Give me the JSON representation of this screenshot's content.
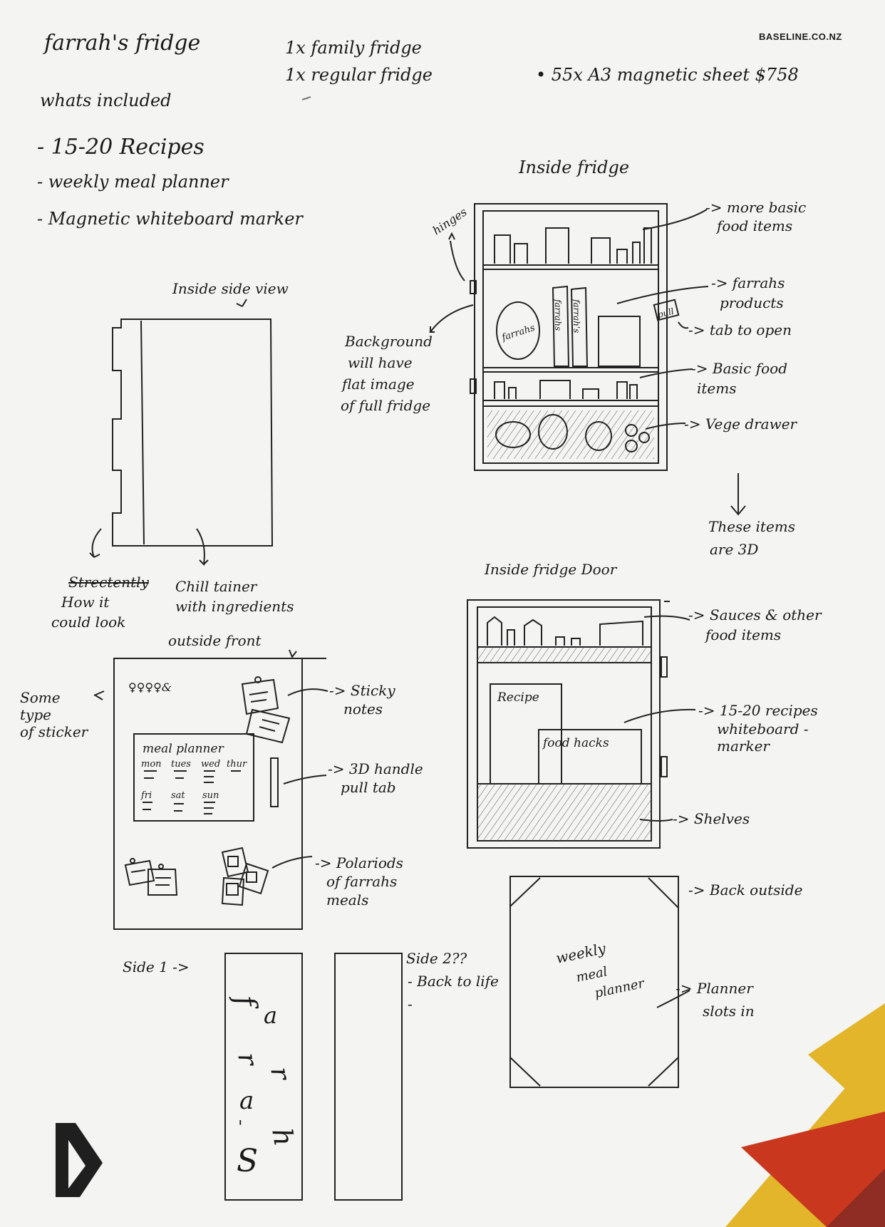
{
  "brand": {
    "site": "BASELINE.CO.NZ",
    "logo_icon": "baseline-b-logo-icon",
    "corner_colors": [
      "#e3b52a",
      "#c9371f",
      "#8f2c24"
    ]
  },
  "header": {
    "title": "farrah's fridge",
    "subtitle": "whats included",
    "included": [
      "- 15-20 Recipes",
      "- weekly meal planner",
      "- Magnetic whiteboard marker"
    ],
    "fridges": [
      "1x family fridge",
      "1x regular fridge"
    ],
    "sheet_cost": "• 55x A3 magnetic sheet $758"
  },
  "inside_fridge": {
    "title": "Inside fridge",
    "hinges": "hinges",
    "background_note": [
      "Background",
      "will have",
      "flat image",
      "of full fridge"
    ],
    "labels": {
      "more_basic": [
        "-> more basic",
        "food items"
      ],
      "farrahs_products": [
        "-> farrahs",
        "products"
      ],
      "tab_to_open": "-> tab to open",
      "basic_food": [
        "-> Basic food",
        "items"
      ],
      "vege_drawer": "-> Vege drawer",
      "three_d": [
        "These items",
        "are 3D"
      ]
    },
    "jar_label": "farrahs",
    "box_labels": [
      "farrahs",
      "farrah's"
    ],
    "pull_tab": "pull"
  },
  "inside_side_view": {
    "title": "Inside side view",
    "struck": "Strectently",
    "how_it": [
      "How it",
      "could look"
    ],
    "chill_tainer": [
      "Chill tainer",
      "with ingredients"
    ]
  },
  "outside_front": {
    "title": "outside front",
    "sticker_note": [
      "Some",
      "type",
      "of sticker"
    ],
    "sticker_marks": "♀♀♀♀&",
    "meal_planner": "meal planner",
    "days_row1": [
      "mon",
      "tues",
      "wed",
      "thur"
    ],
    "days_row2": [
      "fri",
      "sat",
      "sun"
    ],
    "sticky_notes": [
      "-> Sticky",
      "notes"
    ],
    "handle": [
      "-> 3D handle",
      "pull tab"
    ],
    "polaroids": [
      "-> Polariods",
      "of farrahs",
      "meals"
    ]
  },
  "fridge_door": {
    "title": "Inside fridge Door",
    "sauces": [
      "-> Sauces & other",
      "food items"
    ],
    "recipes": [
      "-> 15-20 recipes",
      "whiteboard -",
      "marker"
    ],
    "shelves": "-> Shelves",
    "recipe_card": "Recipe",
    "hacks_card": "food hacks"
  },
  "back_outside": {
    "title": "-> Back outside",
    "planner": [
      "weekly",
      "meal",
      "planner"
    ],
    "slots": [
      "-> Planner",
      "slots in"
    ]
  },
  "sides": {
    "side1": "Side 1 ->",
    "side1_letters": [
      "f",
      "a",
      "r",
      "r",
      "a",
      "h",
      "'",
      "S"
    ],
    "side2": "Side 2??",
    "side2_note": "- Back to life",
    "side2_dash": "-"
  }
}
